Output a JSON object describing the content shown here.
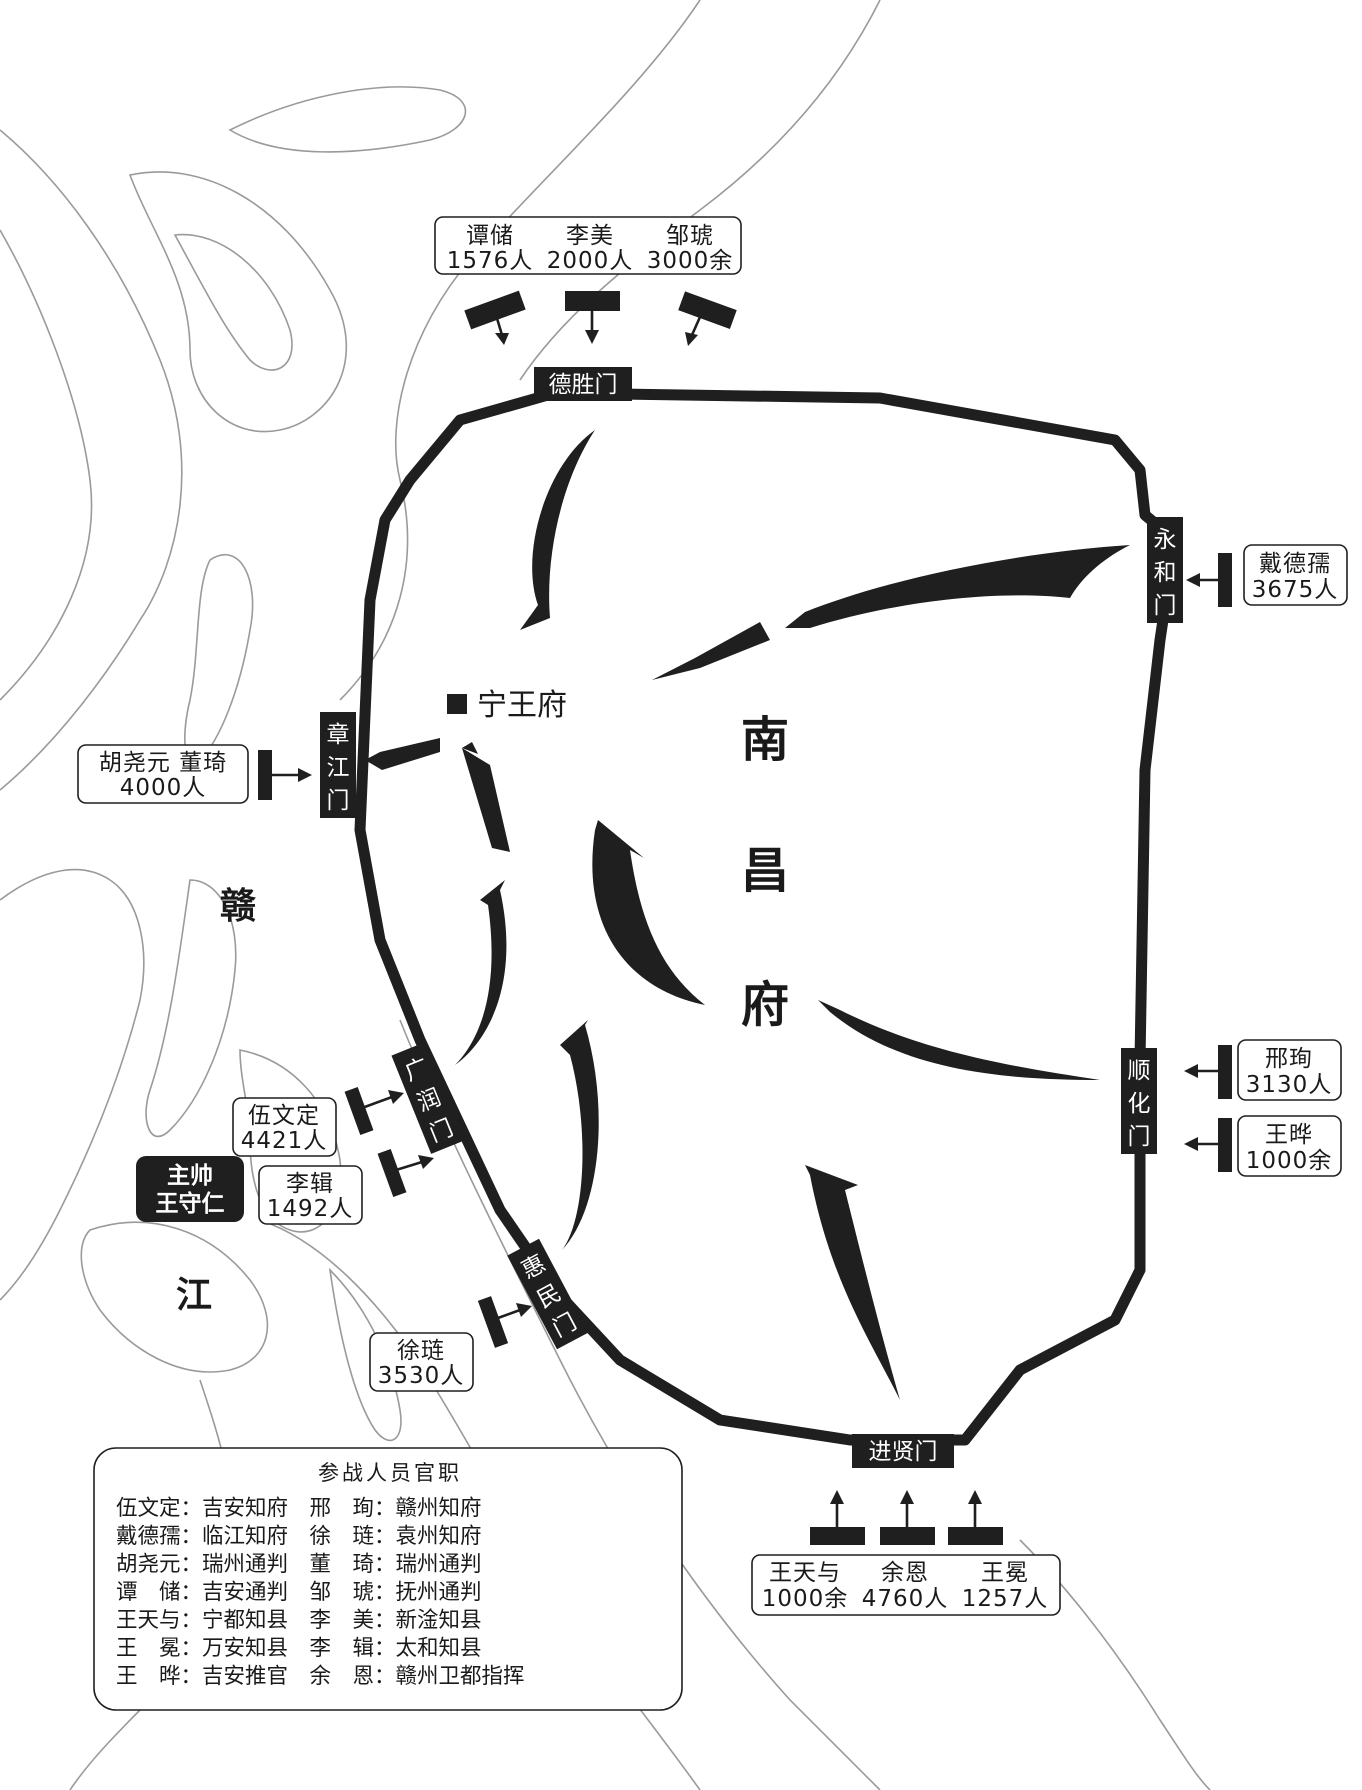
{
  "map": {
    "city_name": [
      "南",
      "昌",
      "府"
    ],
    "river_name": [
      "赣",
      "江"
    ],
    "palace": "宁王府"
  },
  "gates": {
    "desheng": "德胜门",
    "yonghe": [
      "永",
      "和",
      "门"
    ],
    "zhangjiang": [
      "章",
      "江",
      "门"
    ],
    "guangrun": [
      "广",
      "润",
      "门"
    ],
    "huimin": [
      "惠",
      "民",
      "门"
    ],
    "shunhua": [
      "顺",
      "化",
      "门"
    ],
    "jinxian": "进贤门"
  },
  "troops": {
    "north": [
      {
        "name": "谭储",
        "count": "1576人"
      },
      {
        "name": "李美",
        "count": "2000人"
      },
      {
        "name": "邹琥",
        "count": "3000余"
      }
    ],
    "yonghe": {
      "name": "戴德孺",
      "count": "3675人"
    },
    "zhangjiang": {
      "name": "胡尧元 董琦",
      "count": "4000人"
    },
    "guangrun_1": {
      "name": "伍文定",
      "count": "4421人"
    },
    "guangrun_2": {
      "name": "李辑",
      "count": "1492人"
    },
    "huimin": {
      "name": "徐琏",
      "count": "3530人"
    },
    "shunhua_1": {
      "name": "邢珣",
      "count": "3130人"
    },
    "shunhua_2": {
      "name": "王晔",
      "count": "1000余"
    },
    "south": [
      {
        "name": "王天与",
        "count": "1000余"
      },
      {
        "name": "余恩",
        "count": "4760人"
      },
      {
        "name": "王冕",
        "count": "1257人"
      }
    ]
  },
  "commander": {
    "title": "主帅",
    "name": "王守仁"
  },
  "legend": {
    "title": "参战人员官职",
    "rows": [
      "伍文定：吉安知府　邢　珣：赣州知府",
      "戴德孺：临江知府　徐　琏：袁州知府",
      "胡尧元：瑞州通判　董　琦：瑞州通判",
      "谭　储：吉安通判　邹　琥：抚州通判",
      "王天与：宁都知县　李　美：新淦知县",
      "王　冕：万安知县　李　辑：太和知县",
      "王　晔：吉安推官　余　恩：赣州卫都指挥"
    ]
  }
}
